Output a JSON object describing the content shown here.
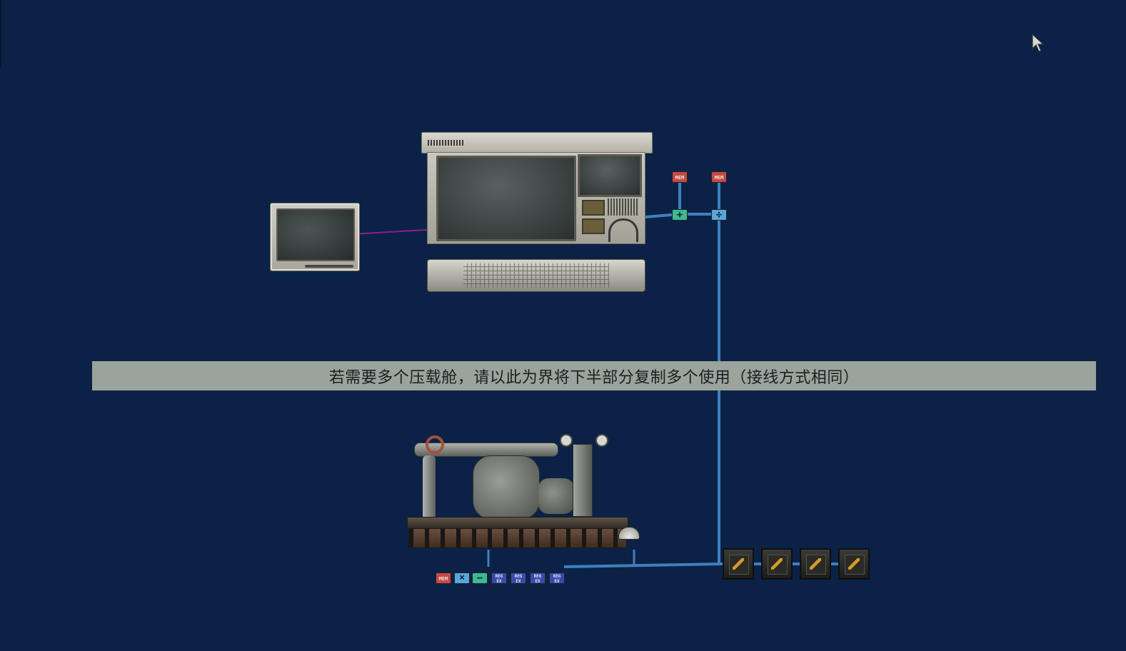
{
  "banner": {
    "text": "若需要多个压载舱，请以此为界将下半部分复制多个使用（接线方式相同）"
  },
  "components": {
    "mem_top_1": "MEM",
    "mem_top_2": "MEM",
    "add_top": "+",
    "div_top": "÷",
    "mem_bottom": "MEM",
    "mul_bottom": "×",
    "sub_bottom": "−",
    "regex_1": "REG EX",
    "regex_2": "REG EX",
    "regex_3": "REG EX",
    "regex_4": "REG EX"
  },
  "colors": {
    "background": "#0b2246",
    "wire_blue": "#3e80c0",
    "wire_purple": "#8a1d8f",
    "banner_bg": "#9aa39c"
  },
  "icons": {
    "cursor": "arrow-cursor-icon",
    "battery": "battery-icon",
    "pump": "ballast-pump-icon",
    "computer": "navigation-terminal-icon",
    "monitor": "monitor-icon"
  }
}
